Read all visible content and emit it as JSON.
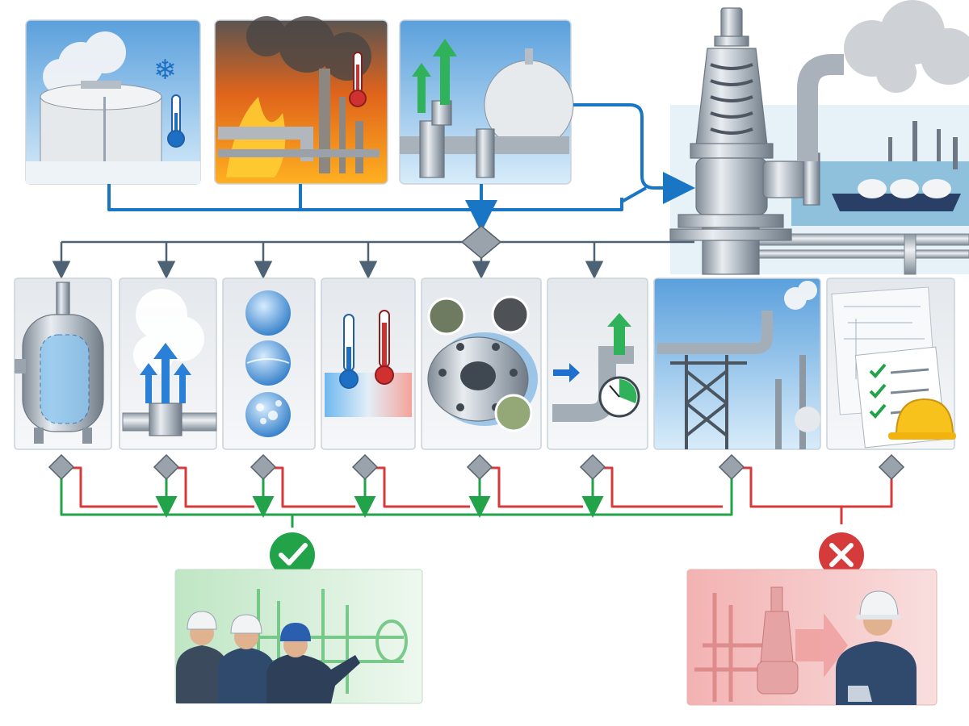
{
  "diagram": {
    "description_free": true,
    "colors": {
      "flow_blue": "#1976c4",
      "flow_gray": "#4d6375",
      "pass_green": "#22a34a",
      "fail_red": "#d63b3b",
      "decision_gray": "#9aa3ab"
    },
    "scenario_panels": [
      {
        "id": "cold-storage-tank",
        "icons": [
          "snowflake-icon",
          "thermometer-cold-icon"
        ]
      },
      {
        "id": "fire-exposure",
        "icons": [
          "thermometer-hot-icon"
        ]
      },
      {
        "id": "overpressure-flow",
        "icons": [
          "up-arrow-icon",
          "up-arrow-icon"
        ]
      }
    ],
    "check_panels": [
      {
        "id": "vessel-fill",
        "icons": [
          "vessel-icon"
        ]
      },
      {
        "id": "vapor-release",
        "icons": [
          "up-arrow-icon"
        ]
      },
      {
        "id": "phase-state",
        "icons": [
          "bubble-icon"
        ]
      },
      {
        "id": "temperature-range",
        "icons": [
          "thermometer-cold-icon",
          "thermometer-hot-icon"
        ]
      },
      {
        "id": "flange-material",
        "icons": [
          "flange-icon"
        ]
      },
      {
        "id": "back-pressure",
        "icons": [
          "gauge-icon",
          "up-arrow-icon"
        ]
      },
      {
        "id": "discharge-piping",
        "icons": [
          "vent-pipe-icon"
        ]
      },
      {
        "id": "documentation-review",
        "icons": [
          "checklist-icon",
          "hard-hat-icon"
        ]
      }
    ],
    "outcomes": {
      "pass": {
        "icon": "check-icon",
        "color": "#22a34a"
      },
      "fail": {
        "icon": "cross-icon",
        "color": "#d63b3b"
      }
    }
  }
}
